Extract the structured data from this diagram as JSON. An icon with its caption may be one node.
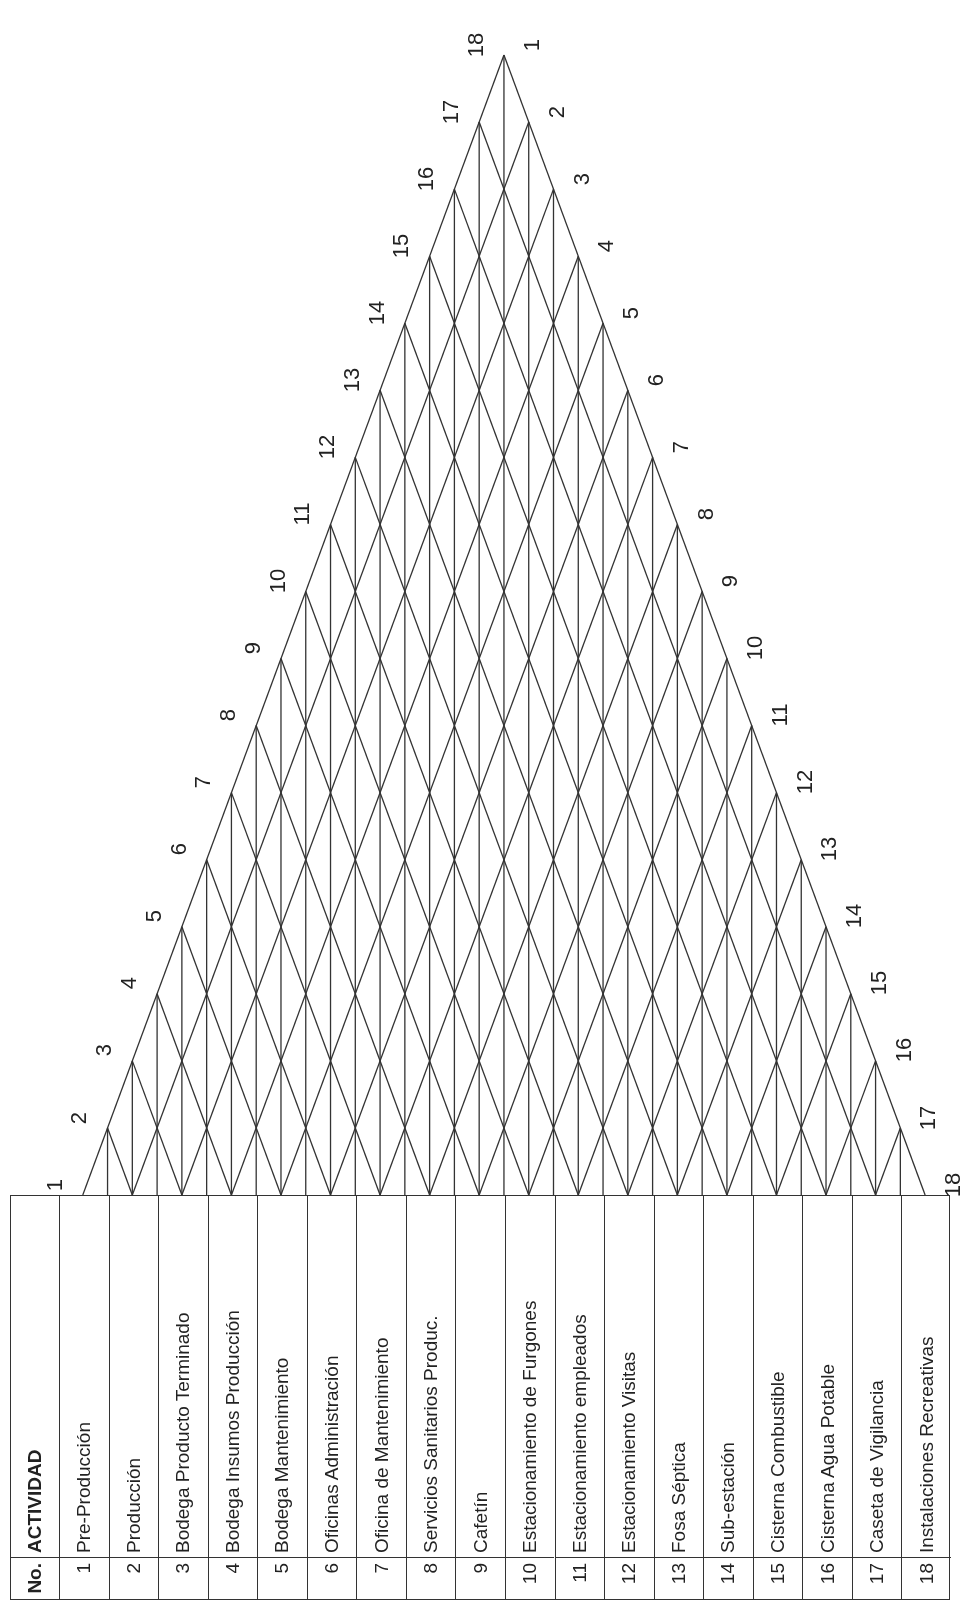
{
  "diagram": {
    "labels": [
      "No.",
      "ACTIVIDAD",
      "1",
      "Pre-Producción",
      "2",
      "Producción",
      "3",
      "Bodega Producto Terminado",
      "4",
      "Bodega Insumos Producción",
      "5",
      "Bodega Mantenimiento",
      "6",
      "Oficinas Administración",
      "7",
      "Oficina de Mantenimiento",
      "8",
      "Servicios Sanitarios Produc.",
      "9",
      "Cafetín",
      "10",
      "Estacionamiento de Furgones",
      "11",
      "Estacionamiento empleados",
      "12",
      "Estacionamiento Visitas",
      "13",
      "Fosa Séptica",
      "14",
      "Sub-estación",
      "15",
      "Cisterna Combustible",
      "16",
      "Cisterna Agua Potable",
      "17",
      "Caseta de Vigilancia",
      "18",
      "Instalaciones Recreativas",
      "1",
      "2",
      "3",
      "4",
      "5",
      "6",
      "7",
      "8",
      "9",
      "10",
      "11",
      "12",
      "13",
      "14",
      "15",
      "16",
      "17",
      "18",
      "1",
      "2",
      "3",
      "4",
      "5",
      "6",
      "7",
      "8",
      "9",
      "10",
      "11",
      "12",
      "13",
      "14",
      "15",
      "16",
      "17",
      "18"
    ]
  }
}
